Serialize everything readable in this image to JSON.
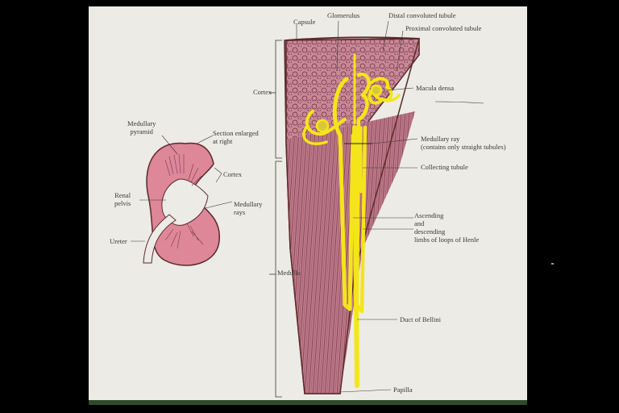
{
  "labels": {
    "medullary_pyramid": [
      "Medullary",
      "pyramid"
    ],
    "section_enlarged": [
      "Section enlarged",
      "at right"
    ],
    "cortex_small": "Cortex",
    "renal_pelvis": [
      "Renal",
      "pelvis"
    ],
    "medullary_rays": [
      "Medullary",
      "rays"
    ],
    "ureter": "Ureter",
    "capsule": "Capsule",
    "glomerulus": "Glomerulus",
    "distal_tubule": "Distal convoluted tubule",
    "proximal_tubule": "Proximal convoluted tubule",
    "cortex": "Cortex",
    "macula_densa": "Macula densa",
    "medullary_ray": [
      "Medullary ray",
      "(contains only straight tubules)"
    ],
    "collecting_tubule": "Collecting tubule",
    "loops_of_henle": [
      "Ascending",
      "and",
      "descending",
      "limbs of loops of Henle"
    ],
    "medulla": "Medulla",
    "duct_of_bellini": "Duct of Bellini",
    "papilla": "Papilla"
  },
  "colors": {
    "background": "#000000",
    "paper": "#ecebe6",
    "tissue": "#c27d8c",
    "tissue_dark": "#7a3a48",
    "kidney_pink": "#de8799",
    "tubule_yellow": "#f4e51a",
    "outline": "#5a2a2a"
  }
}
